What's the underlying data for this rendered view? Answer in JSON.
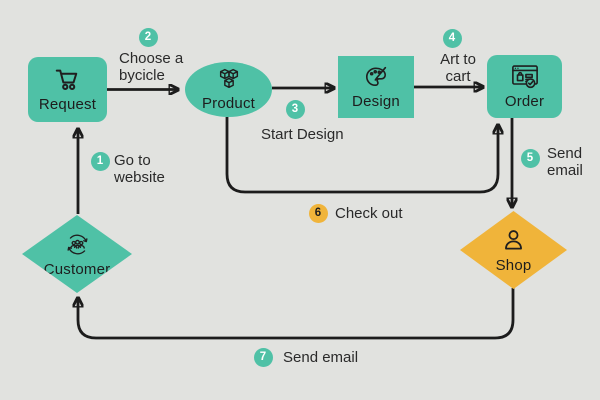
{
  "colors": {
    "background": "#e1e2df",
    "teal": "#4fc1a6",
    "yellow": "#f0b43a",
    "line": "#1c1c1c",
    "text": "#2a2a2a",
    "badge_text_light": "#ffffff",
    "badge_text_dark": "#1c1c1c"
  },
  "diagram_type": "flowchart",
  "nodes": [
    {
      "id": "request",
      "label": "Request",
      "shape": "rounded-rect",
      "icon": "shopping-cart",
      "color": "teal"
    },
    {
      "id": "product",
      "label": "Product",
      "shape": "ellipse",
      "icon": "packages",
      "color": "teal"
    },
    {
      "id": "design",
      "label": "Design",
      "shape": "rect",
      "icon": "paint-palette",
      "color": "teal"
    },
    {
      "id": "order",
      "label": "Order",
      "shape": "rounded-rect",
      "icon": "order-window-check",
      "color": "teal"
    },
    {
      "id": "customer",
      "label": "Customer",
      "shape": "diamond",
      "icon": "people-cycle",
      "color": "teal"
    },
    {
      "id": "shop",
      "label": "Shop",
      "shape": "diamond",
      "icon": "person",
      "color": "yellow"
    }
  ],
  "steps": [
    {
      "number": "1",
      "lines": [
        "Go to",
        "website"
      ],
      "badge_color": "teal",
      "from": "customer",
      "to": "request"
    },
    {
      "number": "2",
      "lines": [
        "Choose a",
        "bycicle"
      ],
      "badge_color": "teal",
      "from": "request",
      "to": "product"
    },
    {
      "number": "3",
      "lines": [
        "Start Design"
      ],
      "badge_color": "teal",
      "from": "product",
      "to": "design"
    },
    {
      "number": "4",
      "lines": [
        "Art to",
        "cart"
      ],
      "badge_color": "teal",
      "from": "design",
      "to": "order"
    },
    {
      "number": "5",
      "lines": [
        "Send",
        "email"
      ],
      "badge_color": "teal",
      "from": "order",
      "to": "shop"
    },
    {
      "number": "6",
      "lines": [
        "Check out"
      ],
      "badge_color": "yellow",
      "from": "product",
      "to": "order"
    },
    {
      "number": "7",
      "lines": [
        "Send email"
      ],
      "badge_color": "teal",
      "from": "shop",
      "to": "customer"
    }
  ]
}
